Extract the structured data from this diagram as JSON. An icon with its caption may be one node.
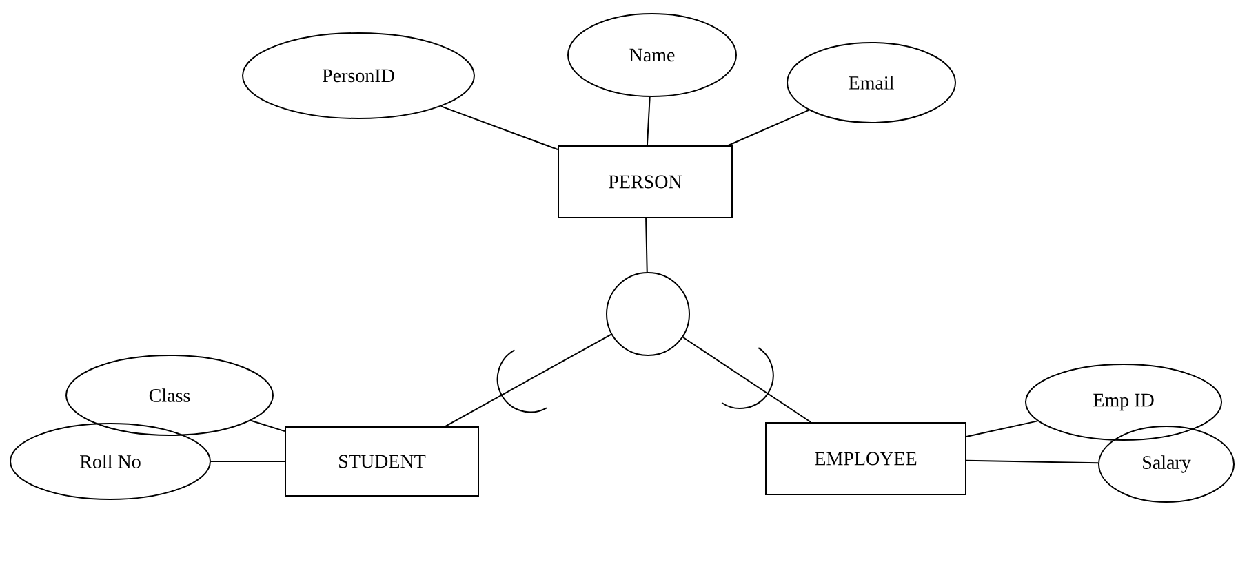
{
  "diagram": {
    "nodes": [
      {
        "text": [
          "PersonID"
        ]
      },
      {
        "text": [
          "Name"
        ]
      },
      {
        "text": [
          "Email"
        ]
      },
      {
        "text": [
          "PERSON"
        ]
      },
      {
        "text": [],
        "shape": "circle"
      },
      {
        "text": [
          "Class"
        ]
      },
      {
        "text": [
          "Roll No"
        ]
      },
      {
        "text": [
          "STUDENT"
        ]
      },
      {
        "text": [
          "EMPLOYEE"
        ]
      },
      {
        "text": [
          "Emp ID"
        ]
      },
      {
        "text": [
          "Salary"
        ]
      }
    ],
    "edges": [
      {
        "from": 0,
        "to": 3,
        "arrow": "none"
      },
      {
        "from": 1,
        "to": 3,
        "arrow": "none"
      },
      {
        "from": 2,
        "to": 3,
        "arrow": "none"
      },
      {
        "from": 3,
        "to": 4,
        "arrow": "none"
      },
      {
        "from": 4,
        "to": 7,
        "arrow": "none"
      },
      {
        "from": 4,
        "to": 8,
        "arrow": "none"
      },
      {
        "from": 5,
        "to": 7,
        "arrow": "none"
      },
      {
        "from": 6,
        "to": 7,
        "arrow": "none"
      },
      {
        "from": 9,
        "to": 8,
        "arrow": "none"
      },
      {
        "from": 8,
        "to": 10,
        "arrow": "none"
      }
    ]
  }
}
